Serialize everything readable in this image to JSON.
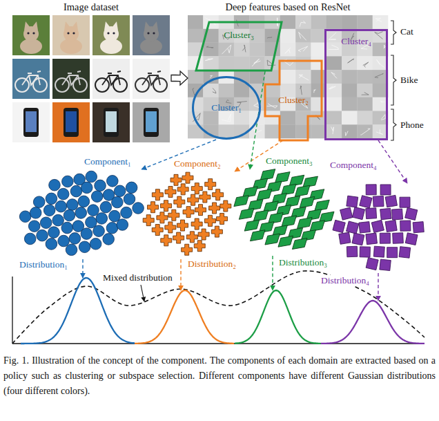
{
  "diagram": {
    "caption": "Fig. 1. Illustration of the concept of the component. The components of each domain are extracted based on a policy such as clustering or subspace selection. Different components have different Gaussian distributions (four different colors).",
    "nodes": [
      {
        "text": [
          "Image dataset"
        ]
      },
      {
        "text": [
          "Deep features based on ResNet"
        ]
      },
      {
        "text": [
          "Cluster₁"
        ],
        "in": 1
      },
      {
        "text": [
          "Cluster₂"
        ],
        "in": 1
      },
      {
        "text": [
          "Cluster₃"
        ],
        "in": 1
      },
      {
        "text": [
          "Cluster₄"
        ],
        "in": 1
      },
      {
        "text": [
          "Component₁"
        ]
      },
      {
        "text": [
          "Component₂"
        ]
      },
      {
        "text": [
          "Component₃"
        ]
      },
      {
        "text": [
          "Component₄"
        ]
      },
      {
        "text": [
          "Distribution₁"
        ]
      },
      {
        "text": [
          "Distribution₂"
        ]
      },
      {
        "text": [
          "Distribution₃"
        ]
      },
      {
        "text": [
          "Distribution₄"
        ]
      }
    ],
    "edges": [
      {
        "from": 0,
        "to": 1,
        "arrow": "to"
      },
      {
        "from": 2,
        "to": 6,
        "arrow": "to"
      },
      {
        "from": 3,
        "to": 7,
        "arrow": "to"
      },
      {
        "from": 4,
        "to": 8,
        "arrow": "to"
      },
      {
        "from": 5,
        "to": 9,
        "arrow": "to"
      },
      {
        "from": 6,
        "to": 10,
        "arrow": "to"
      },
      {
        "from": 7,
        "to": 11,
        "arrow": "to"
      },
      {
        "from": 8,
        "to": 12,
        "arrow": "to"
      },
      {
        "from": 9,
        "to": 13,
        "arrow": "to"
      }
    ],
    "labels": [
      "Cat",
      "Bike",
      "Phone",
      "Mixed distribution"
    ]
  }
}
